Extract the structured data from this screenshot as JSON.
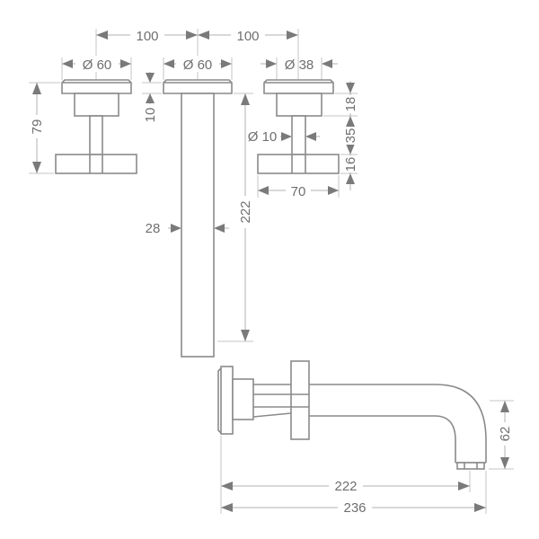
{
  "diagram": {
    "type": "technical-drawing",
    "subject": "Wall-mounted 3-hole basin mixer with cross handles and spout",
    "views": [
      "front-top-handles",
      "side-spout"
    ],
    "colors": {
      "line": "#8a8a8a",
      "dimension": "#b0b0b0",
      "arrow": "#7a7a7a",
      "text": "#6f6f6f",
      "background": "#ffffff"
    }
  },
  "dimensions": {
    "spacing_left": "100",
    "spacing_right": "100",
    "left_rosette_dia": "Ø 60",
    "center_rosette_dia": "Ø 60",
    "right_rosette_dia": "Ø 38",
    "left_handle_height": "79",
    "rosette_thickness": "10",
    "right_rosette_height": "18",
    "stem_length": "35",
    "handle_bar_height": "16",
    "stem_dia": "Ø 10",
    "handle_bar_width": "70",
    "pipe_dia": "28",
    "pipe_length": "222",
    "spout_height": "62",
    "spout_reach": "222",
    "spout_total_reach": "236"
  }
}
